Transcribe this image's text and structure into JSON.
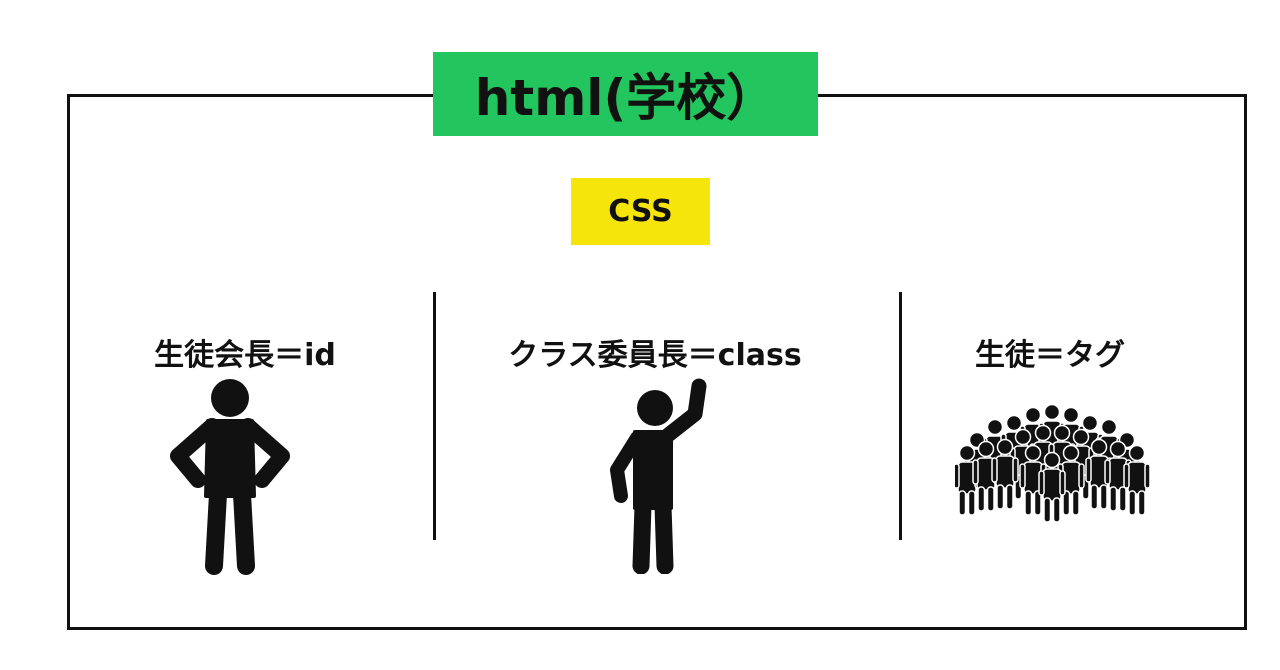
{
  "title": {
    "label": "html(学校）",
    "color": "#22c55e"
  },
  "css_box": {
    "label": "CSS",
    "color": "#f5e50a"
  },
  "columns": [
    {
      "label": "生徒会長＝id",
      "icon": "person-hands-on-hips-icon"
    },
    {
      "label": "クラス委員長＝class",
      "icon": "person-raising-hand-icon"
    },
    {
      "label": "生徒＝タグ",
      "icon": "crowd-icon"
    }
  ],
  "colors": {
    "ink": "#111111"
  }
}
